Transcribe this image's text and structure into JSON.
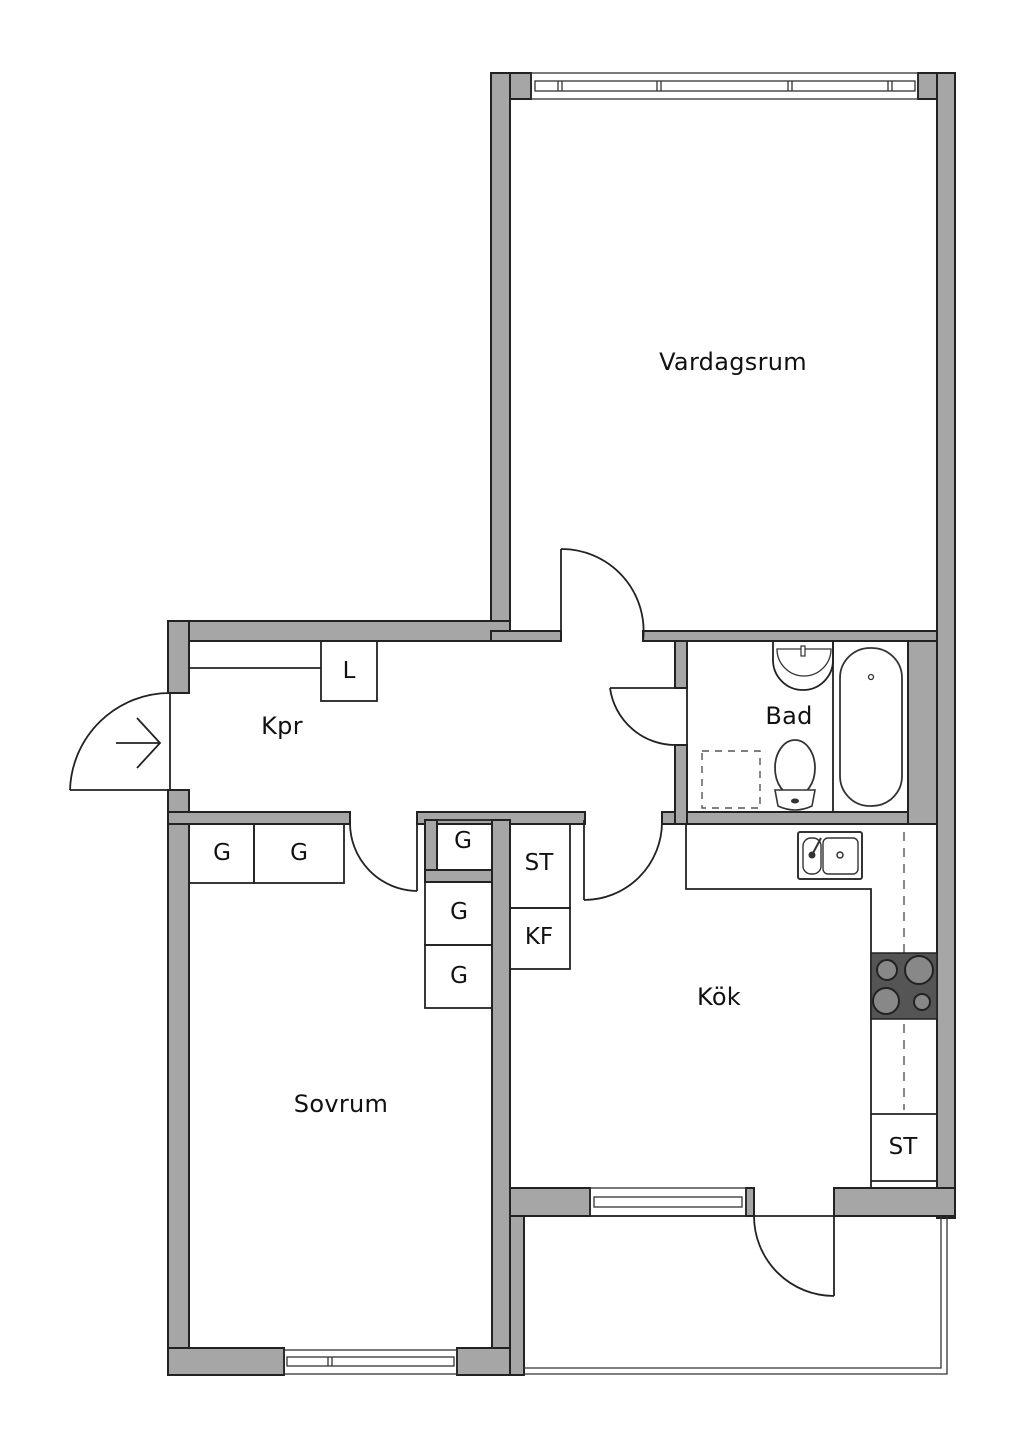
{
  "plan": {
    "type": "apartment floor plan",
    "wall_color": "#a6a6a6",
    "line_color": "#222222",
    "background": "#ffffff"
  },
  "rooms": {
    "vardagsrum": {
      "label": "Vardagsrum"
    },
    "kpr": {
      "label": "Kpr"
    },
    "bad": {
      "label": "Bad"
    },
    "kok": {
      "label": "Kök"
    },
    "sovrum": {
      "label": "Sovrum"
    }
  },
  "fixtures": {
    "linen": "L",
    "wardrobe_1": "G",
    "wardrobe_2": "G",
    "wardrobe_3": "G",
    "wardrobe_4": "G",
    "wardrobe_5": "G",
    "storage_kitchen_1": "ST",
    "fridge_freezer": "KF",
    "storage_kitchen_2": "ST"
  },
  "symbols": {
    "entrance": "entry-arrow-icon",
    "stove": "stove-icon",
    "sink": "sink-icon",
    "bathtub": "bathtub-icon",
    "toilet": "toilet-icon",
    "washbasin": "washbasin-icon",
    "washer_space": "washer-space-dashed"
  }
}
